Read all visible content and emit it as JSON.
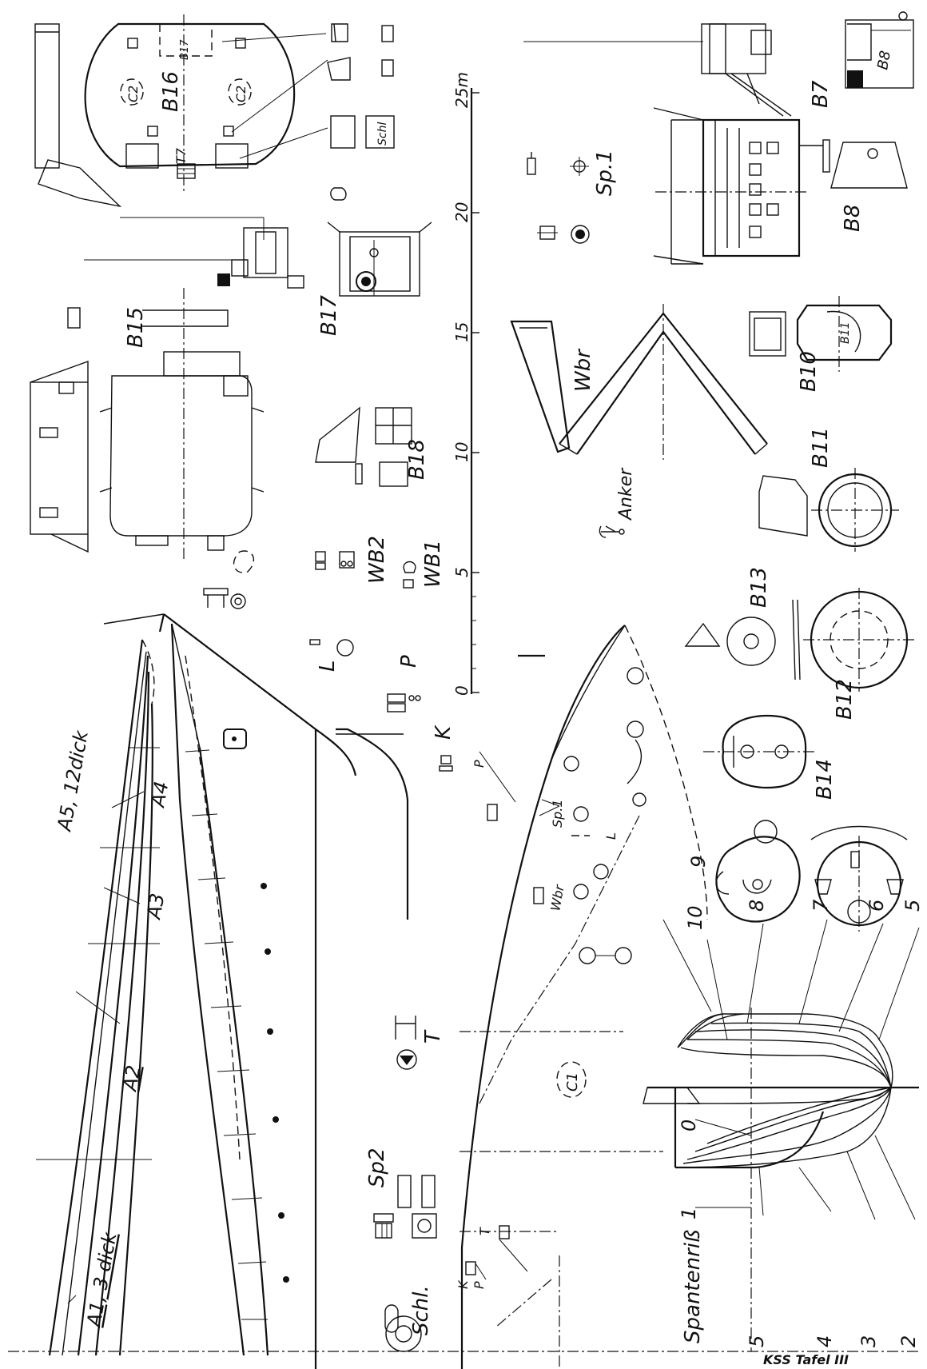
{
  "sheet": {
    "footer": "KSS Tafel III"
  },
  "labels": {
    "a5": "A5, 12dick",
    "a4": "A4",
    "a3": "A3",
    "a2": "A2",
    "a1": "A1, 3 dick",
    "b15": "B15",
    "b16": "B16",
    "b17_inner": "B17",
    "b17": "B17",
    "c2": "C2",
    "t7": "T7",
    "schl_small": "Schl",
    "b18": "B18",
    "wb2": "WB2",
    "wb1": "WB1",
    "l": "L",
    "p": "P",
    "schl": "Schl.",
    "sp2": "Sp2",
    "t": "T",
    "k": "K",
    "sp1": "Sp.1",
    "wbr": "Wbr",
    "c1": "C1",
    "anker": "Anker",
    "b7": "B7",
    "b8": "B8",
    "b10": "B10",
    "b11": "B11",
    "b13": "B13",
    "b12": "B12",
    "b14": "B14",
    "spantenriss": "Spantenriß"
  },
  "scale": {
    "unit_label": "25m",
    "ticks": [
      "0",
      "5",
      "10",
      "15",
      "20"
    ]
  },
  "frames": {
    "upper": [
      "10",
      "9",
      "8",
      "7",
      "6",
      "5"
    ],
    "lower": [
      "0",
      "1",
      "5",
      "4",
      "3",
      "2"
    ]
  },
  "icons": {
    "anchor": "anchor-icon"
  }
}
